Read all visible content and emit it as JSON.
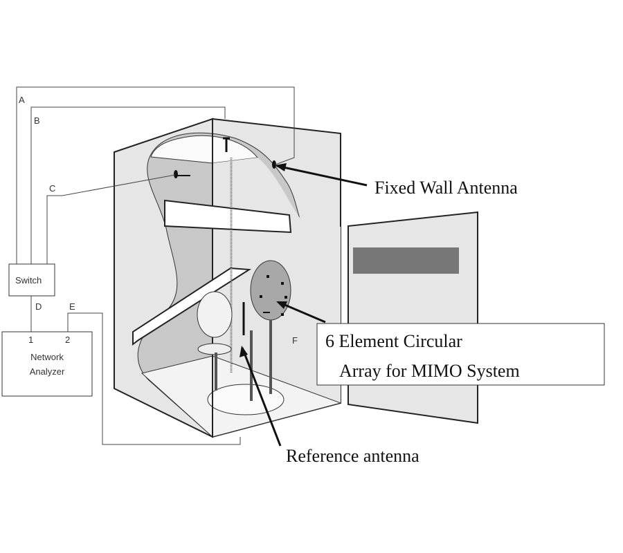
{
  "wires": {
    "a": "A",
    "b": "B",
    "c": "C",
    "d": "D",
    "e": "E",
    "f": "F"
  },
  "switch_label": "Switch",
  "analyzer": {
    "port1": "1",
    "port2": "2",
    "line1": "Network",
    "line2": "Analyzer"
  },
  "callouts": {
    "fixed_wall": "Fixed Wall Antenna",
    "array_line1": "6 Element Circular",
    "array_line2": "Array for MIMO System",
    "reference": "Reference antenna"
  },
  "colors": {
    "panel": "#e6e6e6",
    "inner": "#c8c8c8",
    "array": "#a8a8a8",
    "line": "#222222"
  }
}
